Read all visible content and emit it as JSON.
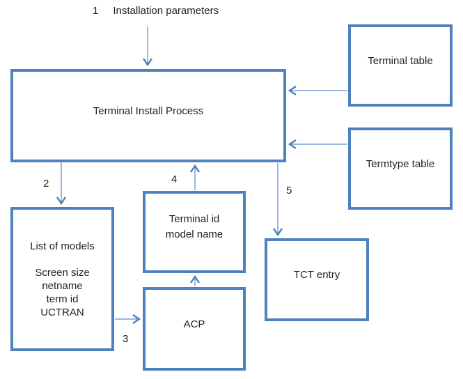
{
  "diagram": {
    "background": "#ffffff",
    "colors": {
      "box_border": "#4f81bd",
      "arrow_line": "#7ba0d4",
      "arrow_head": "#4a7ebb",
      "text": "#1f1f1f"
    },
    "note": {
      "number": "1",
      "text": "Installation parameters"
    },
    "step_labels": {
      "s2": "2",
      "s3": "3",
      "s4": "4",
      "s5": "5"
    },
    "boxes": {
      "process": {
        "label": "Terminal Install Process"
      },
      "terminal_table": {
        "label": "Terminal table"
      },
      "termtype_table": {
        "label": "Termtype table"
      },
      "list_of_models": {
        "lines": [
          "List of models",
          "",
          "Screen size",
          "netname",
          "term id",
          "UCTRAN"
        ]
      },
      "terminal_id_model": {
        "lines": [
          "Terminal id",
          "model name"
        ]
      },
      "acp": {
        "label": "ACP"
      },
      "tct_entry": {
        "label": "TCT entry"
      }
    },
    "connections": [
      "Installation parameters -> Terminal Install Process (1)",
      "Terminal Install Process -> List of models (2)",
      "List of models -> ACP (3)",
      "ACP -> Terminal id model name",
      "Terminal id model name -> Terminal Install Process (4)",
      "Terminal Install Process -> TCT entry (5)",
      "Terminal table -> Terminal Install Process",
      "Termtype table -> Terminal Install Process"
    ]
  }
}
